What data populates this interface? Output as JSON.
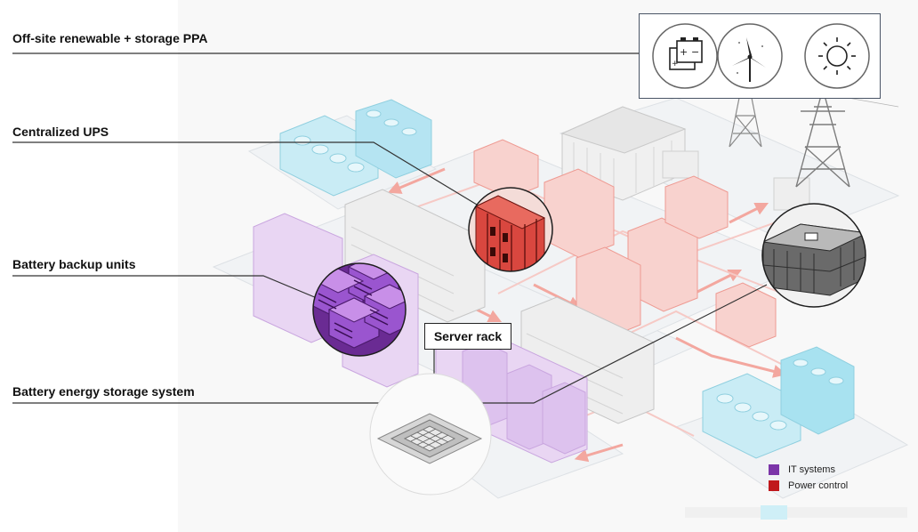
{
  "labels": {
    "offsite": "Off-site renewable + storage PPA",
    "ups": "Centralized UPS",
    "bbu": "Battery backup units",
    "bess": "Battery energy storage system",
    "server_rack": "Server rack"
  },
  "icons": [
    "battery-icon",
    "wind-turbine-icon",
    "sun-icon"
  ],
  "legend": [
    {
      "label": "IT systems",
      "color": "#7b35a8"
    },
    {
      "label": "Power control",
      "color": "#c0181c"
    }
  ],
  "colors": {
    "it_purple": "#9b5bd0",
    "it_purple_light": "#e4cff0",
    "power_red": "#d9473f",
    "power_red_light": "#f6c9c5",
    "cooling_blue": "#a8e2f0",
    "flow_arrow": "#f3a79f"
  }
}
